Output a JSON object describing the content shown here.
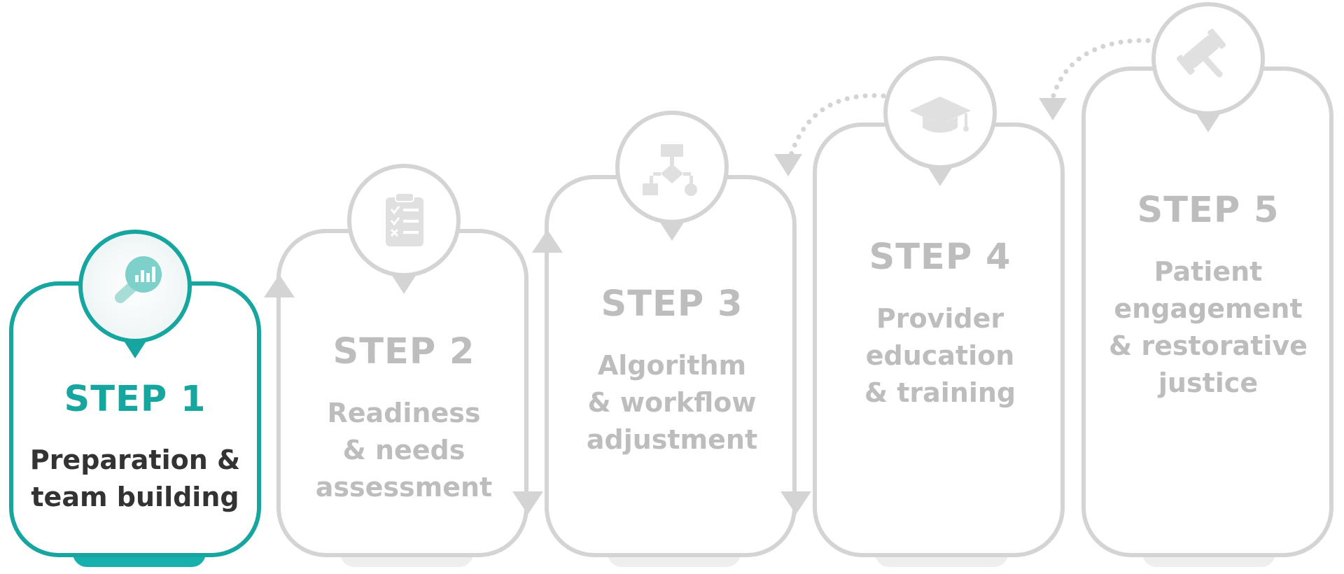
{
  "colors": {
    "active": "#17a5a0",
    "active_tab": "#18b0aa",
    "active_text": "#333333",
    "inactive_border": "#d4d4d4",
    "inactive_text": "#bdbdbd",
    "inactive_icon": "#e0e0e0",
    "tab_gray": "#eeeeee"
  },
  "steps": [
    {
      "title": "STEP 1",
      "desc": [
        "Preparation &",
        "team building"
      ],
      "icon": "magnifier-chart-icon",
      "active": true
    },
    {
      "title": "STEP 2",
      "desc": [
        "Readiness",
        "& needs",
        "assessment"
      ],
      "icon": "clipboard-checklist-icon",
      "active": false
    },
    {
      "title": "STEP 3",
      "desc": [
        "Algorithm",
        "& workflow",
        "adjustment"
      ],
      "icon": "flowchart-icon",
      "active": false
    },
    {
      "title": "STEP 4",
      "desc": [
        "Provider",
        "education",
        "& training"
      ],
      "icon": "graduation-cap-icon",
      "active": false
    },
    {
      "title": "STEP 5",
      "desc": [
        "Patient",
        "engagement",
        "& restorative",
        "justice"
      ],
      "icon": "gavel-icon",
      "active": false
    }
  ]
}
